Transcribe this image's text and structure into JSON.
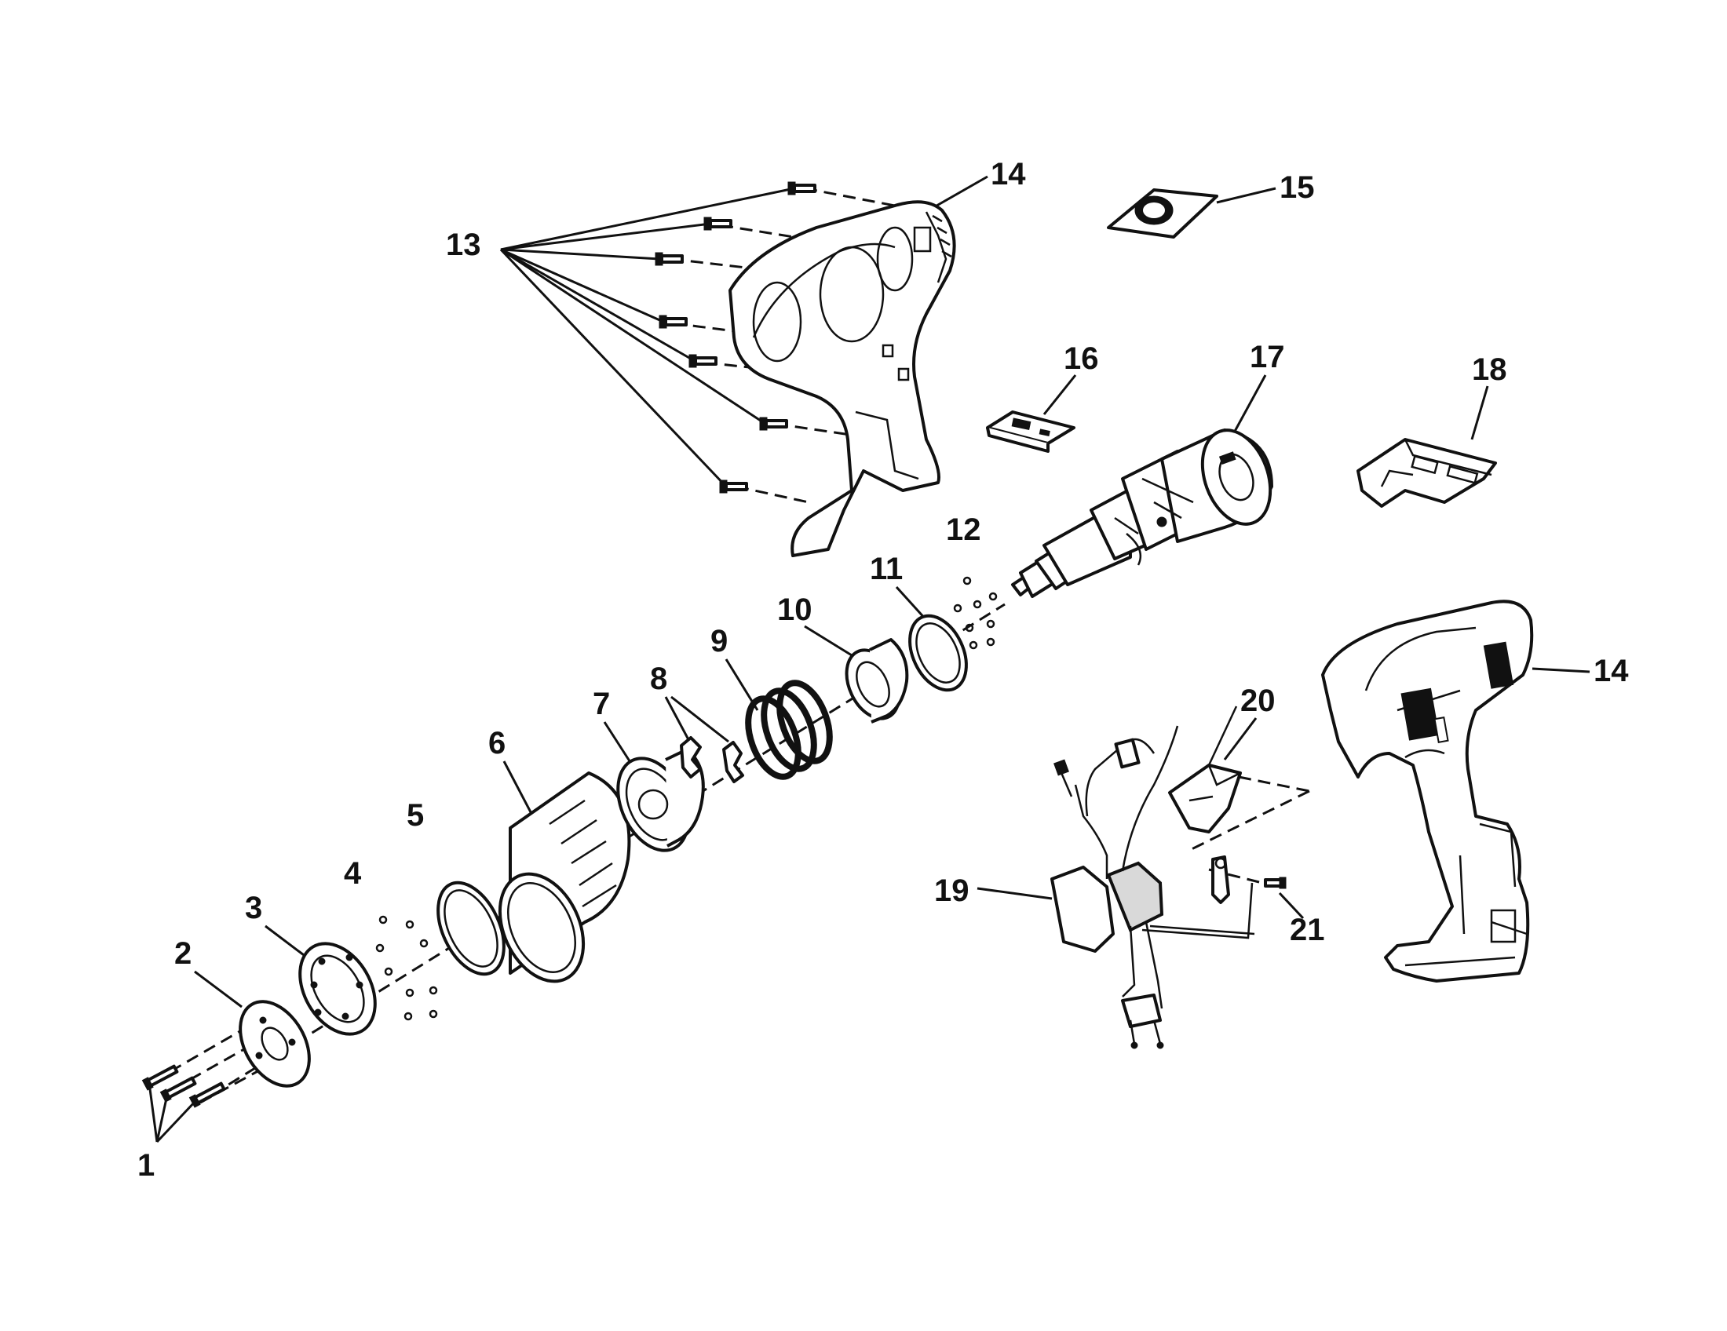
{
  "diagram": {
    "callouts": [
      {
        "id": "1",
        "label": "1"
      },
      {
        "id": "2",
        "label": "2"
      },
      {
        "id": "3",
        "label": "3"
      },
      {
        "id": "4",
        "label": "4"
      },
      {
        "id": "5",
        "label": "5"
      },
      {
        "id": "6",
        "label": "6"
      },
      {
        "id": "7",
        "label": "7"
      },
      {
        "id": "8",
        "label": "8"
      },
      {
        "id": "9",
        "label": "9"
      },
      {
        "id": "10",
        "label": "10"
      },
      {
        "id": "11",
        "label": "11"
      },
      {
        "id": "12",
        "label": "12"
      },
      {
        "id": "13",
        "label": "13"
      },
      {
        "id": "14a",
        "label": "14"
      },
      {
        "id": "15",
        "label": "15"
      },
      {
        "id": "16",
        "label": "16"
      },
      {
        "id": "17",
        "label": "17"
      },
      {
        "id": "18",
        "label": "18"
      },
      {
        "id": "14b",
        "label": "14"
      },
      {
        "id": "19",
        "label": "19"
      },
      {
        "id": "20",
        "label": "20"
      },
      {
        "id": "21",
        "label": "21"
      }
    ]
  }
}
